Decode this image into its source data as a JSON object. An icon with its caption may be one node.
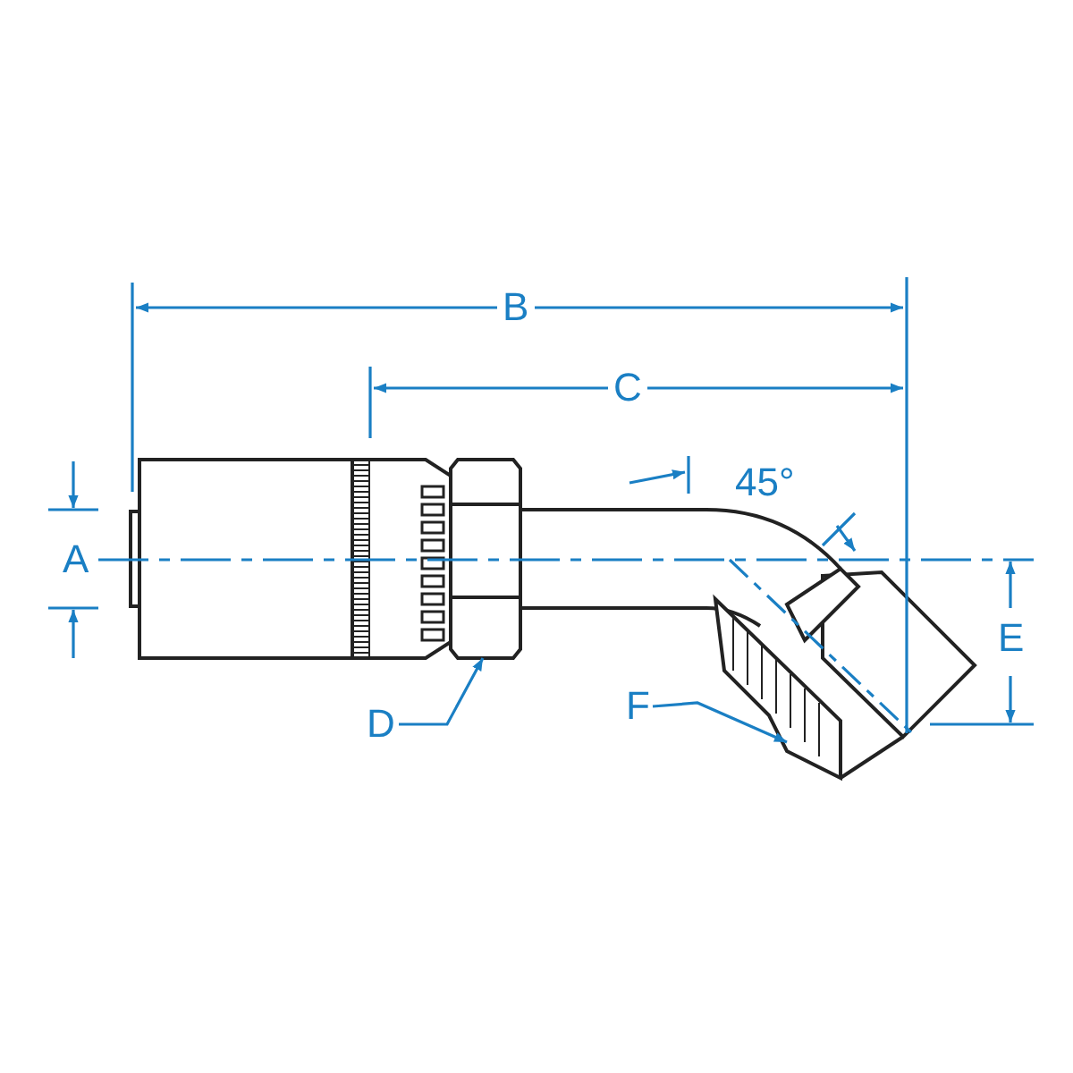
{
  "diagram": {
    "nodes": [
      {
        "text": [
          "D"
        ]
      },
      {
        "text": [
          "F"
        ]
      }
    ],
    "edges": [
      {
        "from": 0,
        "to": null,
        "arrow": "to"
      },
      {
        "from": 1,
        "to": null,
        "arrow": "to"
      }
    ],
    "labels": [
      "B",
      "C",
      "45°",
      "A",
      "E"
    ]
  }
}
